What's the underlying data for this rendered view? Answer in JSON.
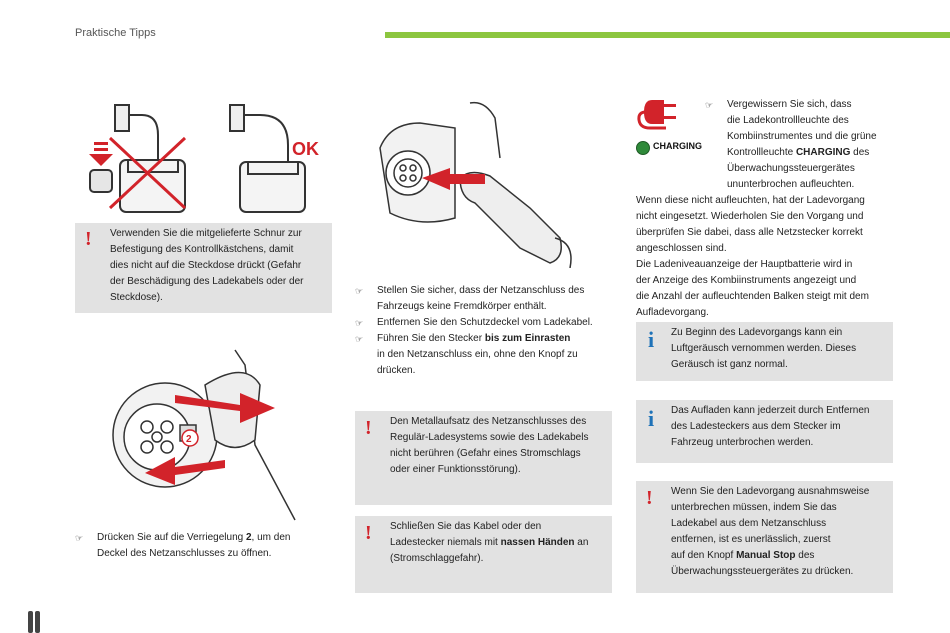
{
  "header": {
    "title": "Praktische Tipps",
    "bar_color": "#8cc63f"
  },
  "accent": {
    "warning": "#d2232a",
    "info": "#1e72b8",
    "charging_green": "#2f8a3a"
  },
  "col1": {
    "ok_label": "OK",
    "warning_box": {
      "lines": [
        "Verwenden Sie die mitgelieferte Schnur zur",
        "Befestigung des Kontrollkästchens, damit",
        "dies nicht auf die Steckdose drückt (Gefahr",
        "der Beschädigung des Ladekabels oder der",
        "Steckdose)."
      ]
    },
    "callout_number": "2",
    "bullet": {
      "pre": "Drücken Sie auf die Verriegelung ",
      "bold": "2",
      "post": ", um den",
      "line2": "Deckel des Netzanschlusses zu öffnen."
    }
  },
  "col2": {
    "bullets": [
      {
        "lines": [
          "Stellen Sie sicher, dass der Netzanschluss des",
          "Fahrzeugs keine Fremdkörper enthält."
        ]
      },
      {
        "lines": [
          "Entfernen Sie den Schutzdeckel vom Ladekabel."
        ]
      }
    ],
    "bullet3": {
      "pre": "Führen Sie den Stecker ",
      "bold": "bis zum Einrasten",
      "lines": [
        "in den Netzanschluss ein, ohne den Knopf zu",
        "drücken."
      ]
    },
    "warning_box_1": {
      "lines": [
        "Den Metallaufsatz des Netzanschlusses des",
        "Regulär-Ladesystems sowie des Ladekabels",
        "nicht berühren (Gefahr eines Stromschlags",
        "oder einer Funktionsstörung)."
      ]
    },
    "warning_box_2": {
      "line1": "Schließen Sie das Kabel oder den",
      "line2_pre": "Ladestecker niemals mit ",
      "line2_bold": "nassen Händen",
      "line2_post": " an",
      "line3": "(Stromschlaggefahr)."
    }
  },
  "col3": {
    "charging_label": "CHARGING",
    "bullet": {
      "lines": [
        "Vergewissern Sie sich, dass",
        "die Ladekontrollleuchte des",
        "Kombiinstrumentes und die grüne"
      ],
      "line4_pre": "Kontrollleuchte ",
      "line4_bold": "CHARGING",
      "line4_post": " des",
      "tail": [
        "Überwachungssteuergerätes",
        "ununterbrochen aufleuchten."
      ]
    },
    "paragraph": [
      "Wenn diese nicht aufleuchten, hat der Ladevorgang",
      "nicht eingesetzt. Wiederholen Sie den Vorgang und",
      "überprüfen Sie dabei, dass alle Netzstecker korrekt",
      "angeschlossen sind.",
      "Die Ladeniveauanzeige der Hauptbatterie wird in",
      "der Anzeige des Kombiinstruments angezeigt und",
      "die Anzahl der aufleuchtenden Balken steigt mit dem",
      "Aufladevorgang."
    ],
    "info_box_1": {
      "lines": [
        "Zu Beginn des Ladevorgangs kann ein",
        "Luftgeräusch vernommen werden. Dieses",
        "Geräusch ist ganz normal."
      ]
    },
    "info_box_2": {
      "lines": [
        "Das Aufladen kann jederzeit durch Entfernen",
        "des Ladesteckers aus dem Stecker im",
        "Fahrzeug unterbrochen werden."
      ]
    },
    "warning_box": {
      "lines": [
        "Wenn Sie den Ladevorgang ausnahmsweise",
        "unterbrechen müssen, indem Sie das",
        "Ladekabel aus dem Netzanschluss",
        "entfernen, ist es unerlässlich, zuerst"
      ],
      "line5_pre": "auf den Knopf ",
      "line5_bold": "Manual Stop",
      "line5_post": " des",
      "line6": "Überwachungssteuergerätes zu drücken."
    }
  },
  "symbols": {
    "warning": "!",
    "info": "i",
    "bullet": "☞"
  }
}
